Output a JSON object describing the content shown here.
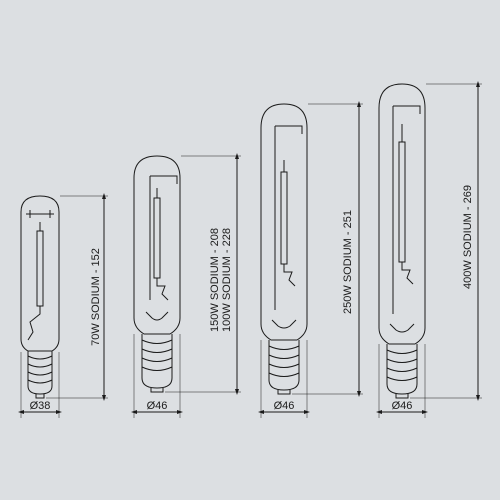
{
  "colors": {
    "background": "#dcdfe2",
    "outline": "#1b1b1b"
  },
  "lamps": [
    {
      "id": "lamp-1",
      "diameter_label": "Ø38",
      "rating_lines": [
        "70W SODIUM - 152"
      ]
    },
    {
      "id": "lamp-2",
      "diameter_label": "Ø46",
      "rating_lines": [
        "150W SODIUM - 208",
        "100W SODIUM - 228"
      ]
    },
    {
      "id": "lamp-3",
      "diameter_label": "Ø46",
      "rating_lines": [
        "250W SODIUM - 251"
      ]
    },
    {
      "id": "lamp-4",
      "diameter_label": "Ø46",
      "rating_lines": [
        "400W SODIUM - 269"
      ]
    }
  ]
}
